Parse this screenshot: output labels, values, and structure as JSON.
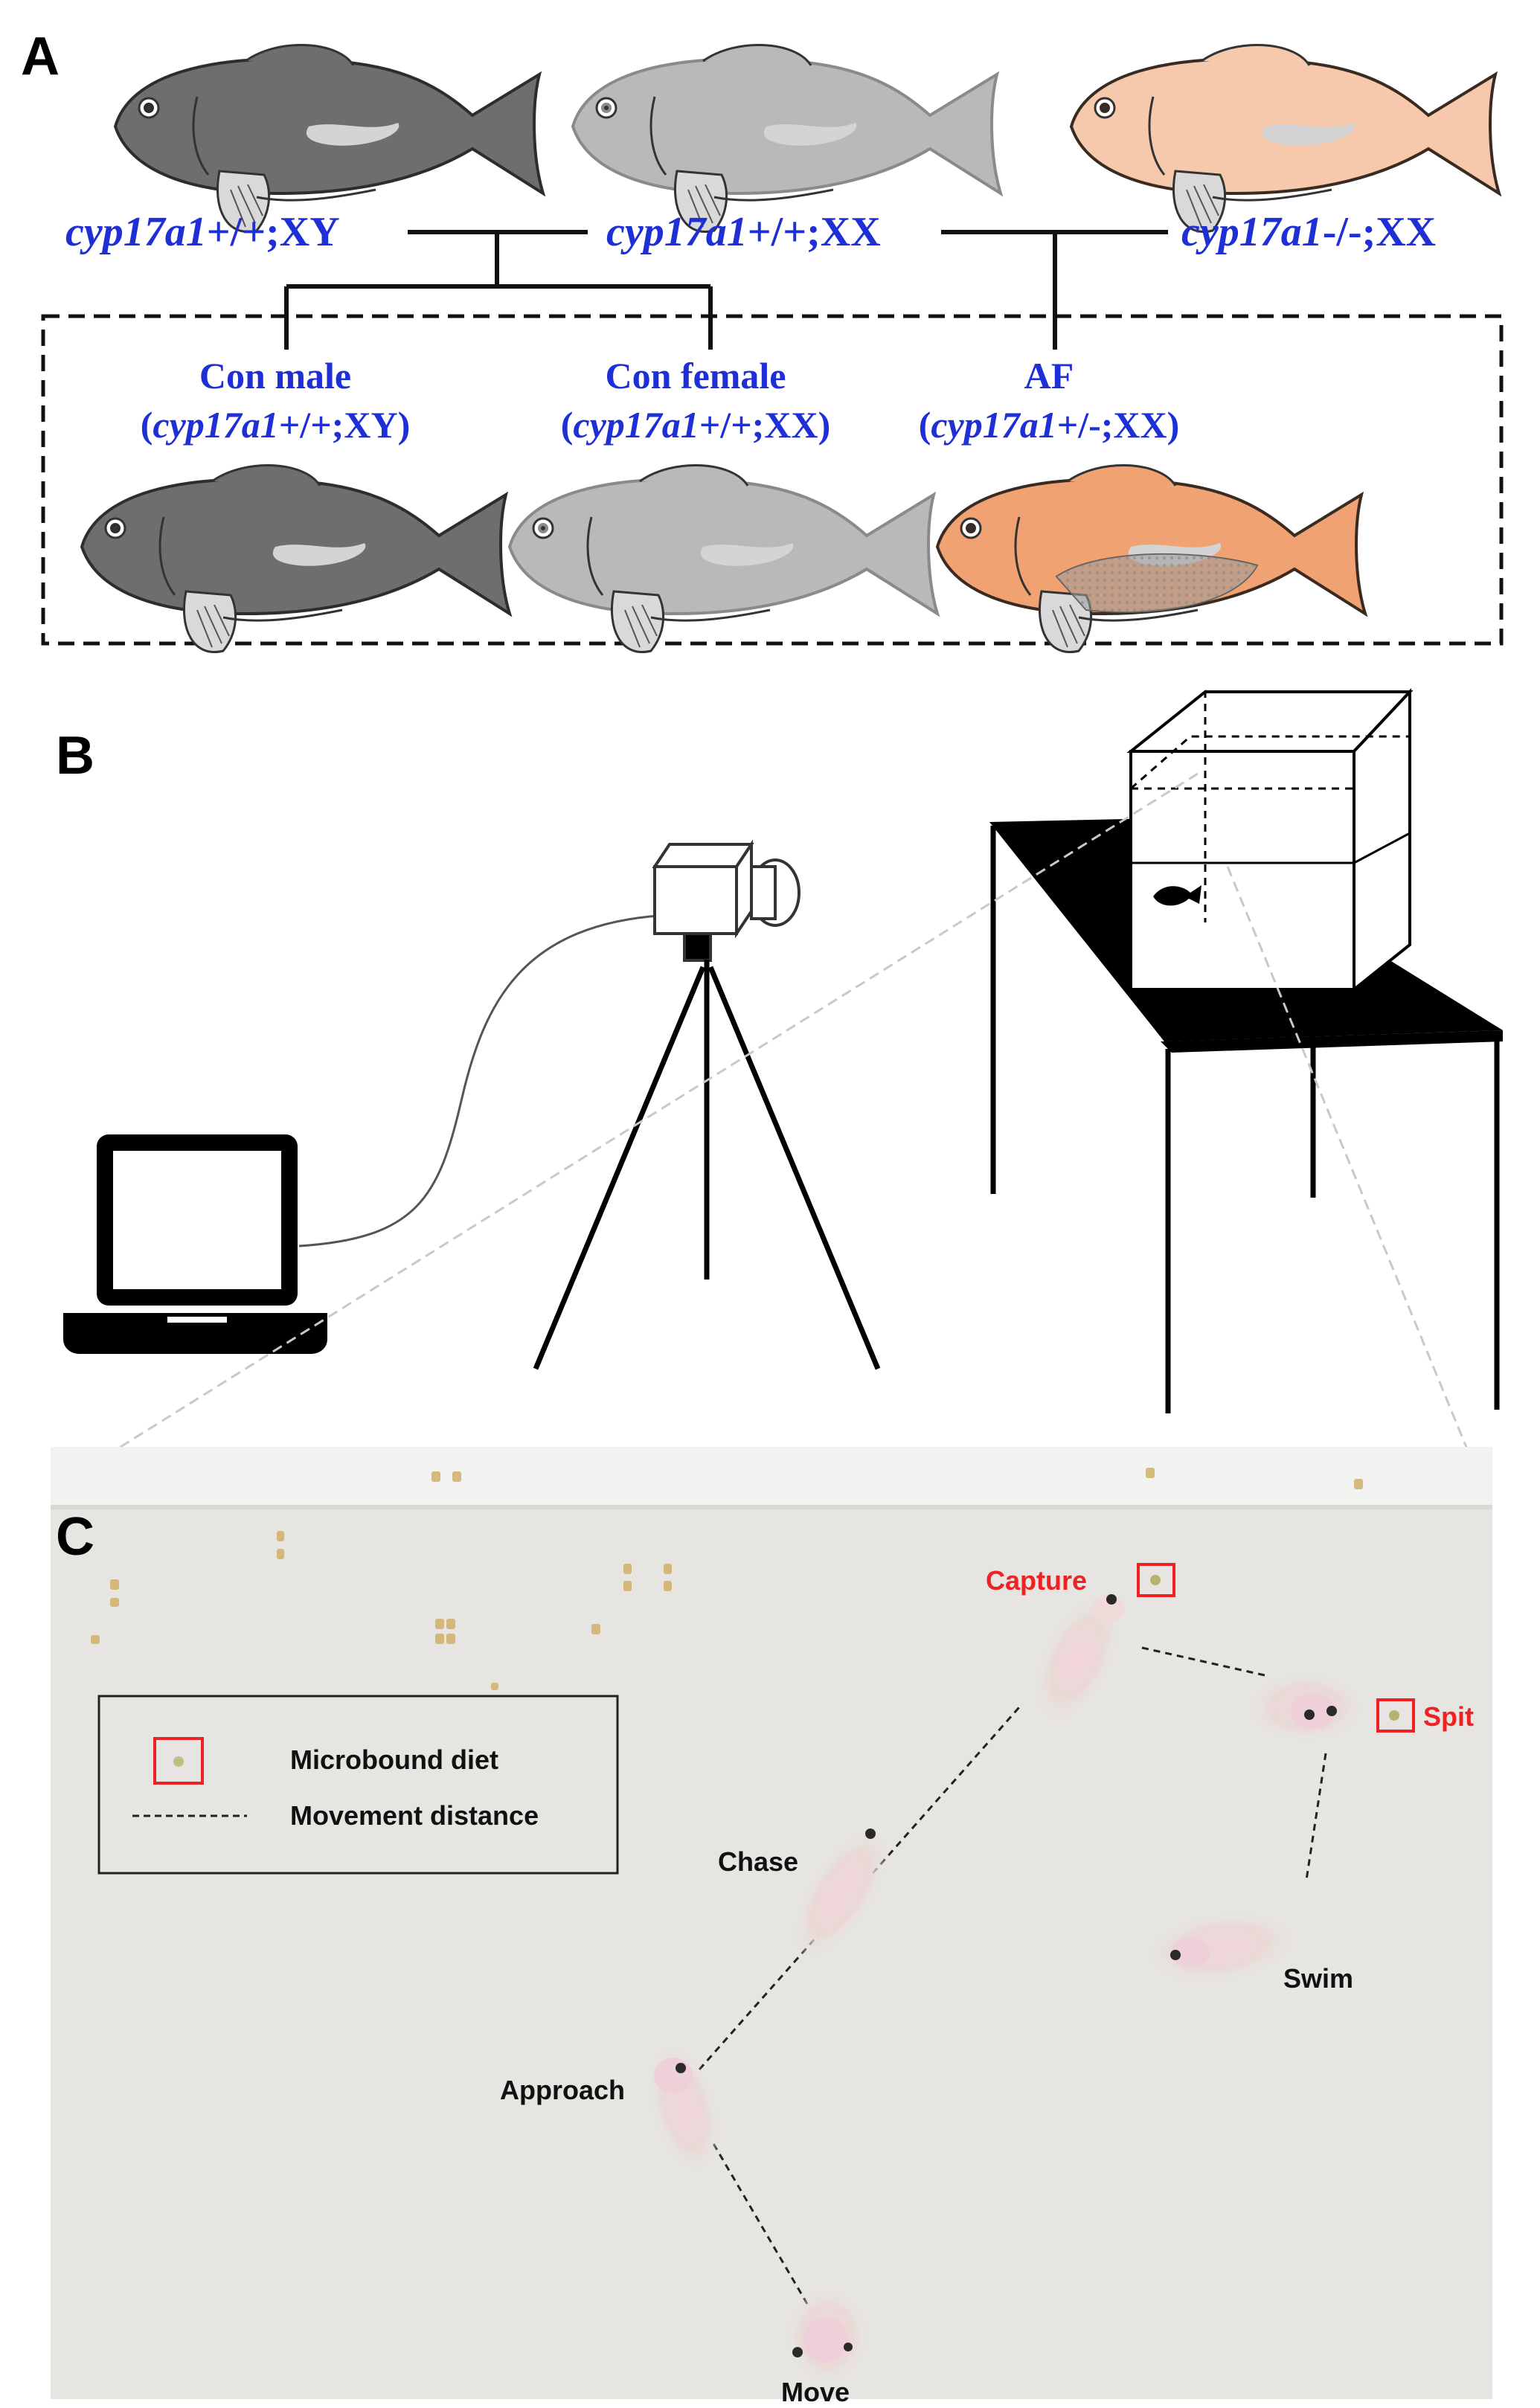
{
  "panels": {
    "a": "A",
    "b": "B",
    "c": "C"
  },
  "panel_a": {
    "parents": [
      {
        "gene": "cyp17a1",
        "allele": "+/+;XY"
      },
      {
        "gene": "cyp17a1",
        "allele": "+/+;XX"
      },
      {
        "gene": "cyp17a1",
        "allele": "-/-;XX"
      }
    ],
    "offspring": [
      {
        "name": "Con male",
        "gene": "cyp17a1",
        "allele": "+/+;XY"
      },
      {
        "name": "Con female",
        "gene": "cyp17a1",
        "allele": "+/+;XX"
      },
      {
        "name": "AF",
        "gene": "cyp17a1",
        "allele": "+/-;XX"
      }
    ],
    "fish_colors": {
      "dark": "#6e6e6e",
      "light": "#b9b9b9",
      "peach": "#f6c8ac",
      "orange": "#f1a273"
    }
  },
  "panel_c": {
    "legend": {
      "diet_label": "Microbound diet",
      "distance_label": "Movement distance"
    },
    "behaviors": {
      "capture": "Capture",
      "spit": "Spit",
      "chase": "Chase",
      "swim": "Swim",
      "approach": "Approach",
      "move": "Move"
    },
    "highlight_color": "#ee2222"
  }
}
